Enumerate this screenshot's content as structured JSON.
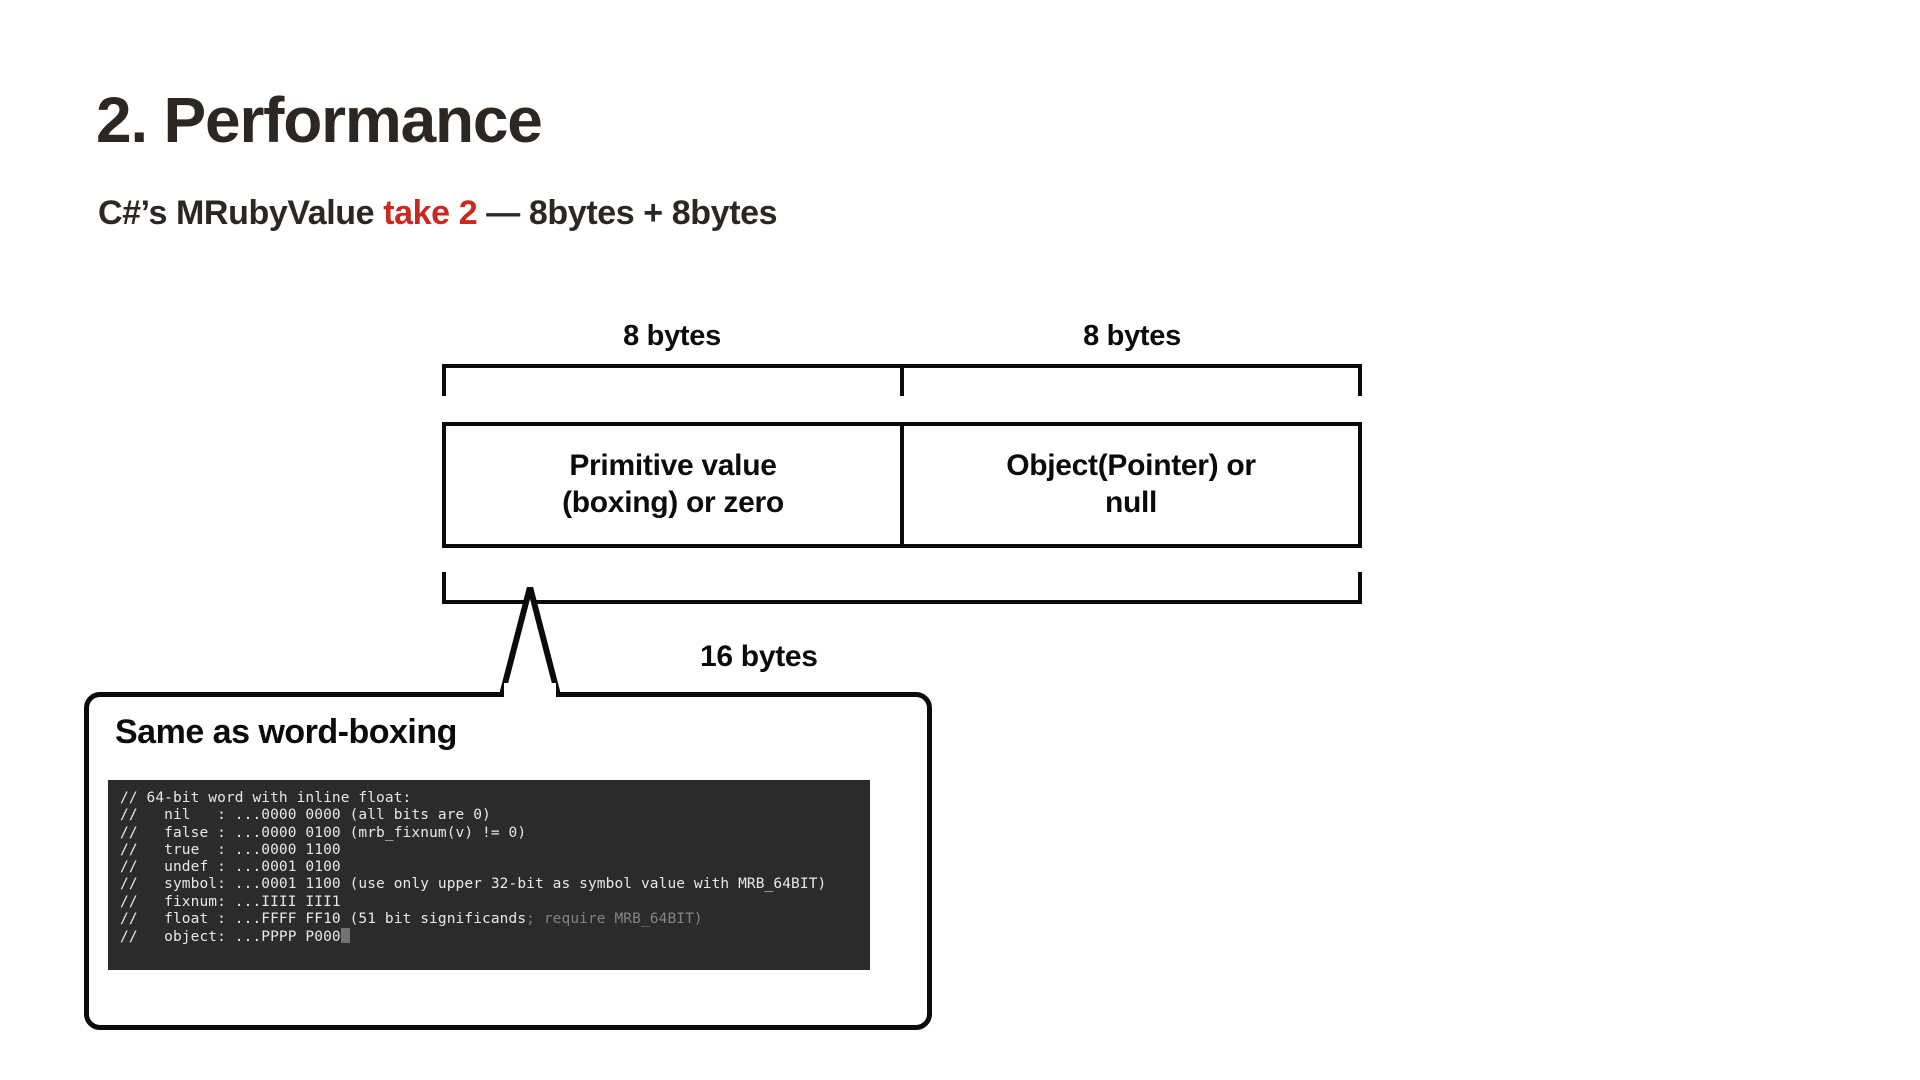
{
  "slide": {
    "title": "2. Performance",
    "subtitle": {
      "before": "C#’s MRubyValue ",
      "accent": "take 2",
      "after": " — 8bytes + 8bytes"
    }
  },
  "diagram": {
    "byte_label_left": "8 bytes",
    "byte_label_right": "8 bytes",
    "total_label": "16 bytes",
    "cells": [
      {
        "text": "Primitive value\n(boxing) or zero"
      },
      {
        "text": "Object(Pointer) or\nnull"
      }
    ]
  },
  "callout": {
    "title": "Same as word-boxing",
    "code": {
      "lines": [
        "// 64-bit word with inline float:",
        "//   nil   : ...0000 0000 (all bits are 0)",
        "//   false : ...0000 0100 (mrb_fixnum(v) != 0)",
        "//   true  : ...0000 1100",
        "//   undef : ...0001 0100",
        "//   symbol: ...0001 1100 (use only upper 32-bit as symbol value with MRB_64BIT)",
        "//   fixnum: ...IIII III1"
      ],
      "float_line_main": "//   float : ...FFFF FF10 (51 bit significands",
      "float_line_dim": "; require MRB_64BIT)",
      "object_line": "//   object: ...PPPP P000"
    }
  },
  "colors": {
    "title": "#2d2724",
    "accent": "#c92a20",
    "ink": "#0b0b0b",
    "code_bg": "#2b2b2b",
    "code_fg": "#e8e8e6",
    "code_dim": "#7f8581",
    "page_bg": "#ffffff"
  }
}
